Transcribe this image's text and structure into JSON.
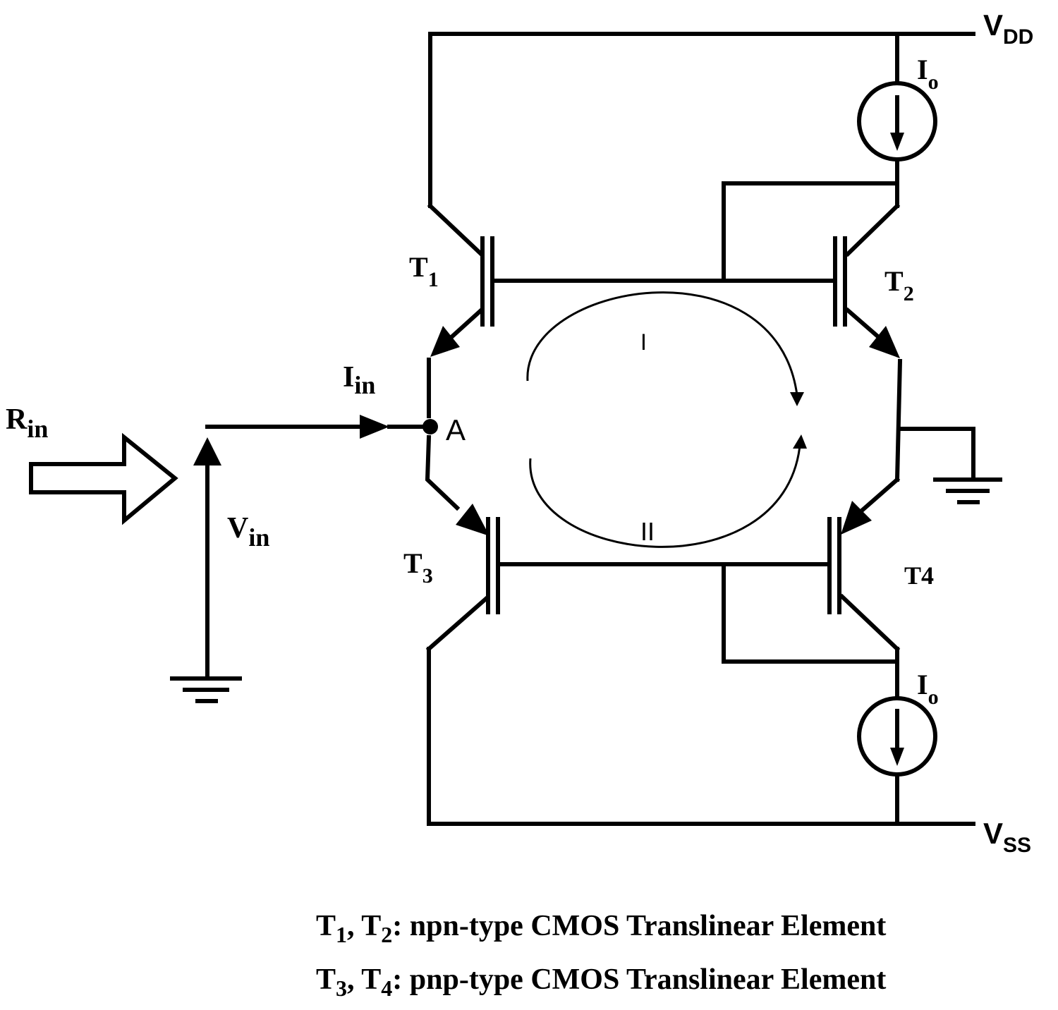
{
  "labels": {
    "vdd": {
      "main": "V",
      "sub": "DD"
    },
    "vss": {
      "main": "V",
      "sub": "SS"
    },
    "io_top": {
      "main": "I",
      "sub": "o"
    },
    "io_bottom": {
      "main": "I",
      "sub": "o"
    },
    "t1": {
      "main": "T",
      "sub": "1"
    },
    "t2": {
      "main": "T",
      "sub": "2"
    },
    "t3": {
      "main": "T",
      "sub": "3"
    },
    "t4": "T4",
    "iin": {
      "main": "I",
      "sub": "in"
    },
    "rin": {
      "main": "R",
      "sub": "in"
    },
    "vin": {
      "main": "V",
      "sub": "in"
    },
    "node_a": "A",
    "loop_1": "I",
    "loop_2": "II"
  },
  "legend": {
    "line1": {
      "t_a": "T",
      "s_a": "1",
      "sep": ", ",
      "t_b": "T",
      "s_b": "2",
      "rest": ": npn-type CMOS Translinear Element"
    },
    "line2": {
      "t_a": "T",
      "s_a": "3",
      "sep": ", ",
      "t_b": "T",
      "s_b": "4",
      "rest": ": pnp-type CMOS Translinear Element"
    }
  }
}
